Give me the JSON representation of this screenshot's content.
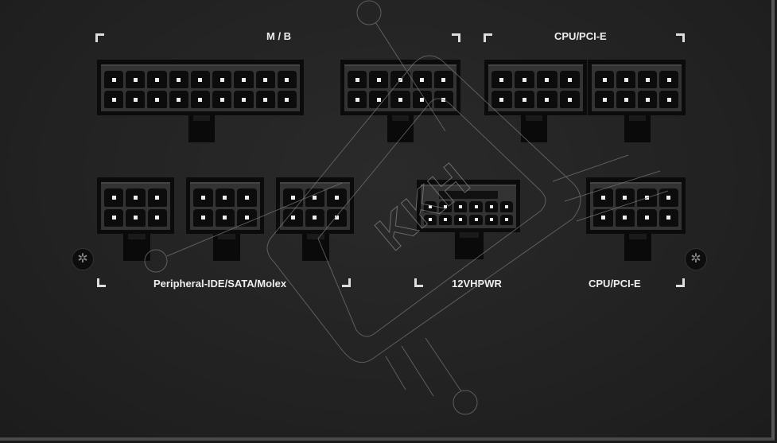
{
  "labels": {
    "mb": "M / B",
    "cpu_pcie_top": "CPU/PCI-E",
    "peripheral": "Peripheral-IDE/SATA/Molex",
    "hpwr": "12VHPWR",
    "cpu_pcie_bottom": "CPU/PCI-E"
  },
  "watermark": "KKH",
  "connectors": [
    {
      "name": "mb-24pin-connector",
      "cols": 9,
      "rows": 2
    },
    {
      "name": "mb-10pin-connector",
      "cols": 5,
      "rows": 2
    },
    {
      "name": "cpu-pcie-connector-1",
      "cols": 4,
      "rows": 2
    },
    {
      "name": "cpu-pcie-connector-2",
      "cols": 4,
      "rows": 2
    },
    {
      "name": "peripheral-connector-1",
      "cols": 3,
      "rows": 2
    },
    {
      "name": "peripheral-connector-2",
      "cols": 3,
      "rows": 2
    },
    {
      "name": "peripheral-connector-3",
      "cols": 3,
      "rows": 2
    },
    {
      "name": "12vhpwr-connector",
      "cols": 6,
      "rows": 2,
      "sense": true
    },
    {
      "name": "cpu-pcie-connector-3",
      "cols": 4,
      "rows": 2
    }
  ]
}
